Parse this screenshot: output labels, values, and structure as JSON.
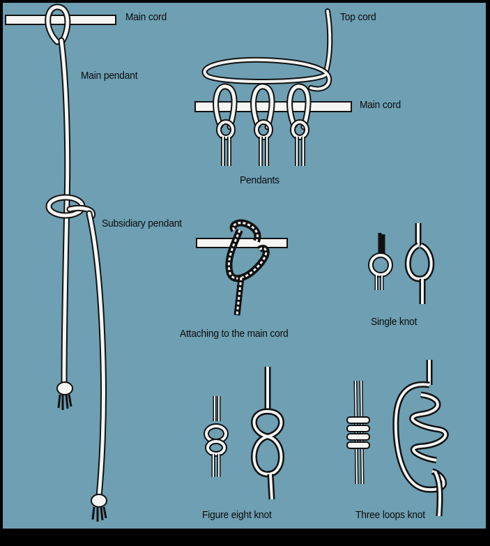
{
  "labels": {
    "main_cord_left": "Main cord",
    "main_pendant": "Main pendant",
    "subsidiary_pendant": "Subsidiary pendant",
    "top_cord": "Top cord",
    "main_cord_right": "Main cord",
    "pendants": "Pendants",
    "attaching": "Attaching to the main cord",
    "single_knot": "Single knot",
    "figure_eight": "Figure eight knot",
    "three_loops": "Three loops knot"
  },
  "colors": {
    "background": "#6e9fb3",
    "frame": "#000000",
    "cord_fill": "#f5f5f3",
    "outline": "#111111"
  }
}
